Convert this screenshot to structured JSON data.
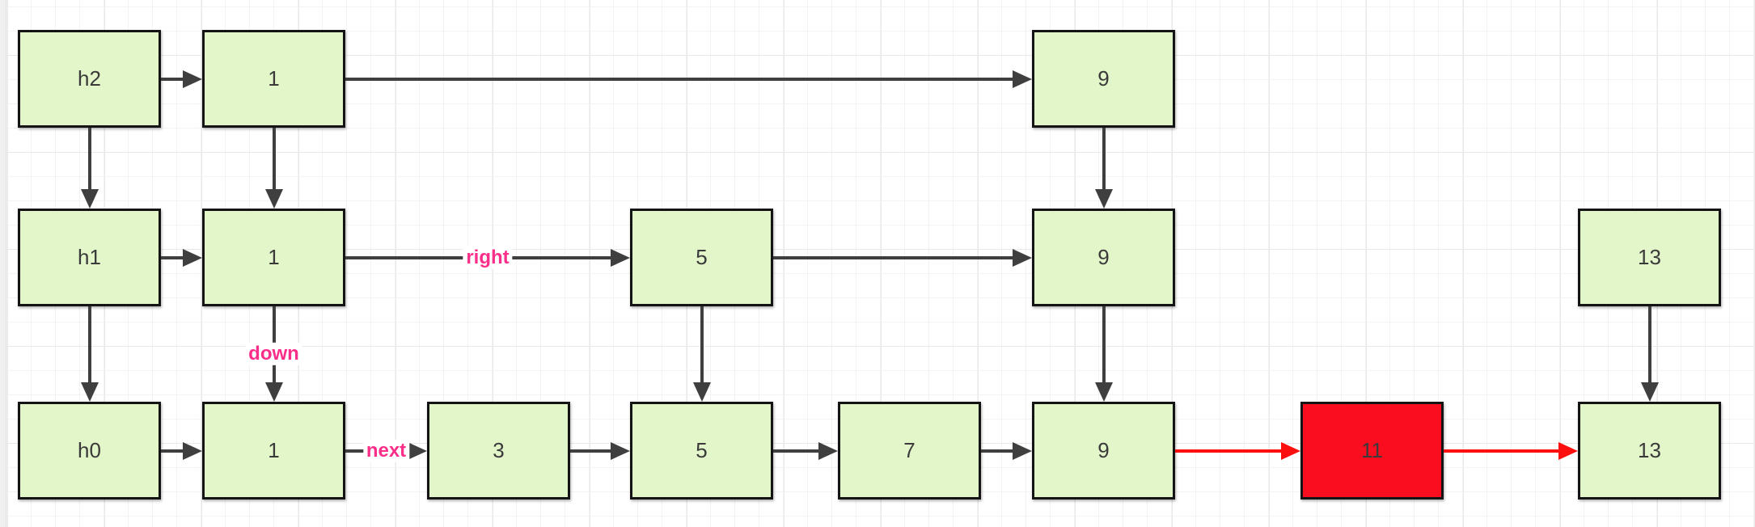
{
  "canvas": {
    "background": "#ffffff",
    "grid_minor_color": "#f3f3f3",
    "grid_major_color": "#e8e8e8",
    "left_edge_color": "#f0f0f0"
  },
  "palette": {
    "node_fill_green": "#e2f6c9",
    "node_fill_red": "#f90d1e",
    "node_border": "#141414",
    "node_text": "#3a3a3a",
    "arrow_dark": "#3f3f3f",
    "arrow_red": "#fb0f0f",
    "edge_label_pink": "#fb2e8a"
  },
  "diagram": {
    "type": "skip-list-diagram",
    "nodes": [
      {
        "id": "h2",
        "label": "h2",
        "row": "top",
        "col": "h",
        "fill": "green"
      },
      {
        "id": "n1-top",
        "label": "1",
        "row": "top",
        "col": "c1",
        "fill": "green"
      },
      {
        "id": "n9-top",
        "label": "9",
        "row": "top",
        "col": "c9",
        "fill": "green"
      },
      {
        "id": "h1",
        "label": "h1",
        "row": "mid",
        "col": "h",
        "fill": "green"
      },
      {
        "id": "n1-mid",
        "label": "1",
        "row": "mid",
        "col": "c1",
        "fill": "green"
      },
      {
        "id": "n5-mid",
        "label": "5",
        "row": "mid",
        "col": "c5",
        "fill": "green"
      },
      {
        "id": "n9-mid",
        "label": "9",
        "row": "mid",
        "col": "c9",
        "fill": "green"
      },
      {
        "id": "n13-mid",
        "label": "13",
        "row": "mid",
        "col": "c13",
        "fill": "green"
      },
      {
        "id": "h0",
        "label": "h0",
        "row": "bot",
        "col": "h",
        "fill": "green"
      },
      {
        "id": "n1-bot",
        "label": "1",
        "row": "bot",
        "col": "c1",
        "fill": "green"
      },
      {
        "id": "n3-bot",
        "label": "3",
        "row": "bot",
        "col": "c3",
        "fill": "green"
      },
      {
        "id": "n5-bot",
        "label": "5",
        "row": "bot",
        "col": "c5",
        "fill": "green"
      },
      {
        "id": "n7-bot",
        "label": "7",
        "row": "bot",
        "col": "c7",
        "fill": "green"
      },
      {
        "id": "n9-bot",
        "label": "9",
        "row": "bot",
        "col": "c9",
        "fill": "green"
      },
      {
        "id": "n11-bot",
        "label": "11",
        "row": "bot",
        "col": "c11",
        "fill": "red"
      },
      {
        "id": "n13-bot",
        "label": "13",
        "row": "bot",
        "col": "c13",
        "fill": "green"
      }
    ],
    "edges": [
      {
        "from": "h2",
        "to": "n1-top",
        "dir": "h",
        "color": "dark"
      },
      {
        "from": "n1-top",
        "to": "n9-top",
        "dir": "h",
        "color": "dark"
      },
      {
        "from": "h1",
        "to": "n1-mid",
        "dir": "h",
        "color": "dark"
      },
      {
        "from": "n1-mid",
        "to": "n5-mid",
        "dir": "h",
        "color": "dark",
        "label": "right"
      },
      {
        "from": "n5-mid",
        "to": "n9-mid",
        "dir": "h",
        "color": "dark"
      },
      {
        "from": "h0",
        "to": "n1-bot",
        "dir": "h",
        "color": "dark"
      },
      {
        "from": "n1-bot",
        "to": "n3-bot",
        "dir": "h",
        "color": "dark",
        "label": "next"
      },
      {
        "from": "n3-bot",
        "to": "n5-bot",
        "dir": "h",
        "color": "dark"
      },
      {
        "from": "n5-bot",
        "to": "n7-bot",
        "dir": "h",
        "color": "dark"
      },
      {
        "from": "n7-bot",
        "to": "n9-bot",
        "dir": "h",
        "color": "dark"
      },
      {
        "from": "n9-bot",
        "to": "n11-bot",
        "dir": "h",
        "color": "red"
      },
      {
        "from": "n11-bot",
        "to": "n13-bot",
        "dir": "h",
        "color": "red"
      },
      {
        "from": "h2",
        "to": "h1",
        "dir": "v",
        "color": "dark"
      },
      {
        "from": "h1",
        "to": "h0",
        "dir": "v",
        "color": "dark"
      },
      {
        "from": "n1-top",
        "to": "n1-mid",
        "dir": "v",
        "color": "dark"
      },
      {
        "from": "n1-mid",
        "to": "n1-bot",
        "dir": "v",
        "color": "dark",
        "label": "down"
      },
      {
        "from": "n9-top",
        "to": "n9-mid",
        "dir": "v",
        "color": "dark"
      },
      {
        "from": "n9-mid",
        "to": "n9-bot",
        "dir": "v",
        "color": "dark"
      },
      {
        "from": "n5-mid",
        "to": "n5-bot",
        "dir": "v",
        "color": "dark"
      },
      {
        "from": "n13-mid",
        "to": "n13-bot",
        "dir": "v",
        "color": "dark"
      }
    ]
  }
}
